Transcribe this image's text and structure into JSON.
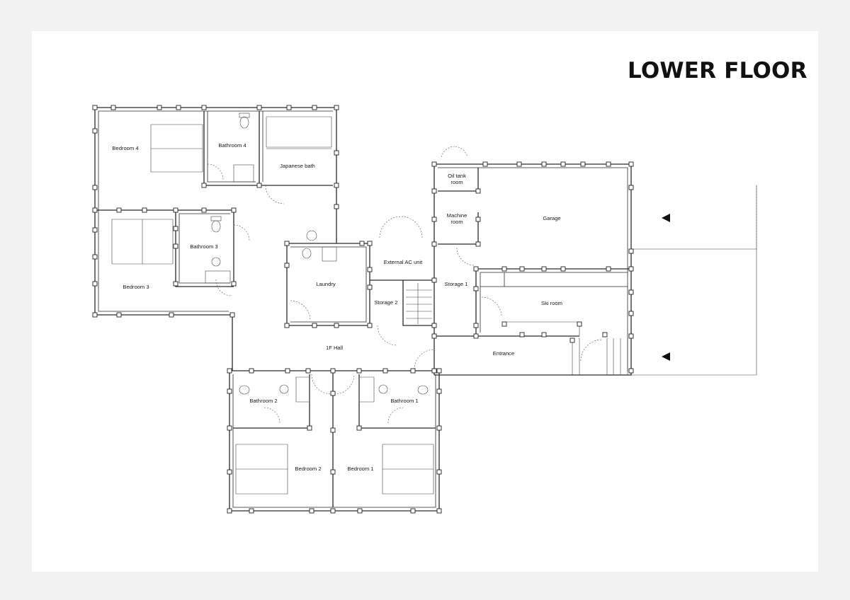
{
  "title": "LOWER FLOOR",
  "rooms": {
    "bedroom4": "Bedroom 4",
    "bathroom4": "Bathroom 4",
    "japanese_bath": "Japanese bath",
    "oil_tank_line1": "Oil tank",
    "oil_tank_line2": "room",
    "machine_line1": "Machine",
    "machine_line2": "room",
    "garage": "Garage",
    "bathroom3": "Bathroom 3",
    "bedroom3": "Bedroom 3",
    "laundry": "Laundry",
    "external_ac": "External AC unit",
    "storage1": "Storage 1",
    "storage2": "Storage 2",
    "ski_room": "Ski room",
    "hall": "1F Hall",
    "entrance": "Entrance",
    "bathroom2": "Bathroom 2",
    "bathroom1": "Bathroom 1",
    "bedroom2": "Bedroom 2",
    "bedroom1": "Bedroom 1"
  },
  "colors": {
    "line": "#2a2a2a",
    "background": "#ffffff",
    "frame": "#f2f2f2"
  }
}
